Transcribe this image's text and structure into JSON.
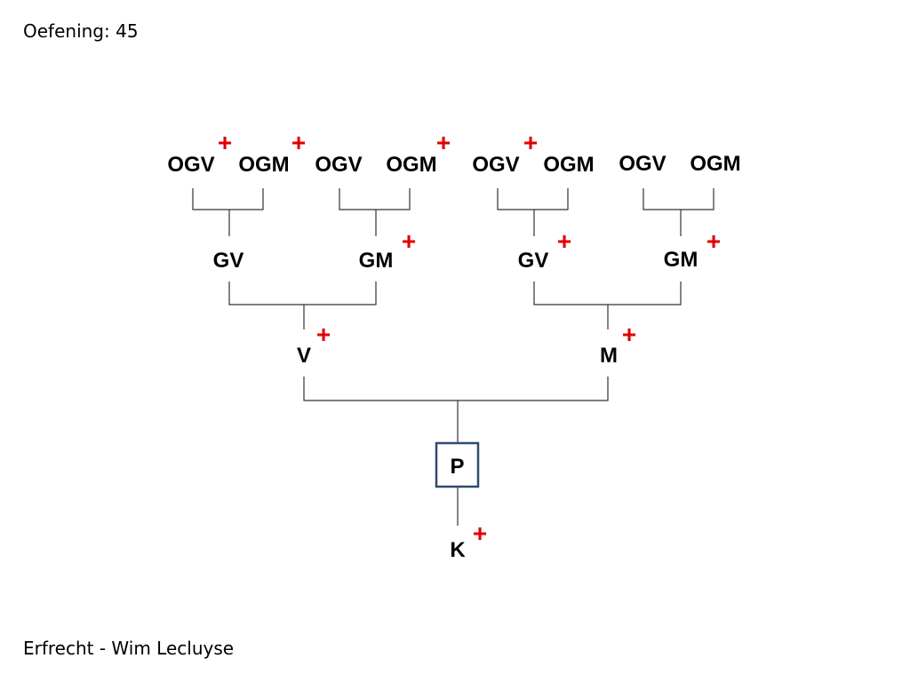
{
  "header": {
    "title": "Oefening: 45"
  },
  "footer": {
    "text": "Erfrecht - Wim Lecluyse"
  },
  "colors": {
    "deceased_mark": "#e00000",
    "box_border": "#2e4a6e",
    "line": "#333333"
  },
  "tree": {
    "great_grandparents": [
      {
        "label": "OGV",
        "deceased": true
      },
      {
        "label": "OGM",
        "deceased": true
      },
      {
        "label": "OGV",
        "deceased": false
      },
      {
        "label": "OGM",
        "deceased": true
      },
      {
        "label": "OGV",
        "deceased": true
      },
      {
        "label": "OGM",
        "deceased": false
      },
      {
        "label": "OGV",
        "deceased": false
      },
      {
        "label": "OGM",
        "deceased": false
      }
    ],
    "grandparents": [
      {
        "label": "GV",
        "deceased": false
      },
      {
        "label": "GM",
        "deceased": true
      },
      {
        "label": "GV",
        "deceased": true
      },
      {
        "label": "GM",
        "deceased": true
      }
    ],
    "parents": [
      {
        "label": "V",
        "deceased": true
      },
      {
        "label": "M",
        "deceased": true
      }
    ],
    "subject": {
      "label": "P"
    },
    "child": {
      "label": "K",
      "deceased": true
    },
    "deceased_symbol": "+"
  }
}
